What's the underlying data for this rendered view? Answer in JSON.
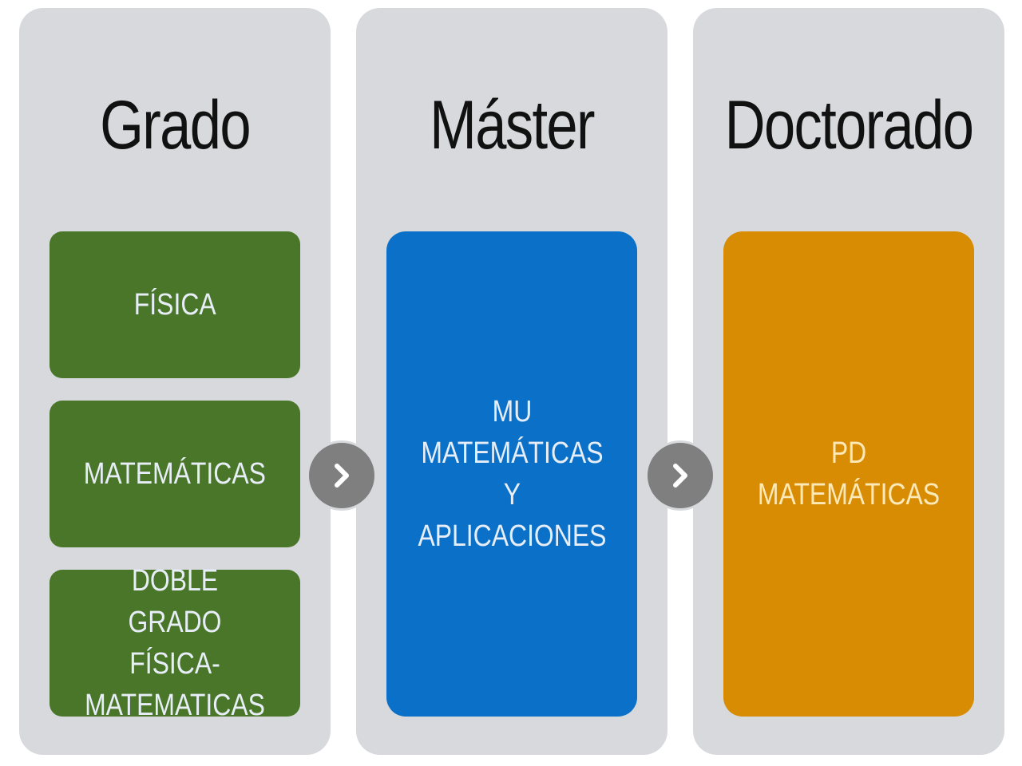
{
  "colors": {
    "column_bg": "#d7d9dd",
    "grado_box": "#4a7629",
    "master_box": "#0b71c8",
    "doctorado_box": "#d88c03",
    "box_text_light": "#e8eef7",
    "box_text_amber": "#fde9b8",
    "arrow_bg": "#7f7f7f",
    "arrow_glyph": "#ffffff"
  },
  "columns": [
    {
      "title": "Grado",
      "boxes": [
        {
          "label": "FÍSICA"
        },
        {
          "label": "MATEMÁTICAS"
        },
        {
          "label": "DOBLE GRADO\nFÍSICA-\nMATEMATICAS"
        }
      ]
    },
    {
      "title": "Máster",
      "boxes": [
        {
          "label": "MU\nMATEMÁTICAS Y\nAPLICACIONES"
        }
      ]
    },
    {
      "title": "Doctorado",
      "boxes": [
        {
          "label": "PD MATEMÁTICAS"
        }
      ]
    }
  ],
  "arrows": [
    {
      "icon": "chevron-right-icon"
    },
    {
      "icon": "chevron-right-icon"
    }
  ]
}
